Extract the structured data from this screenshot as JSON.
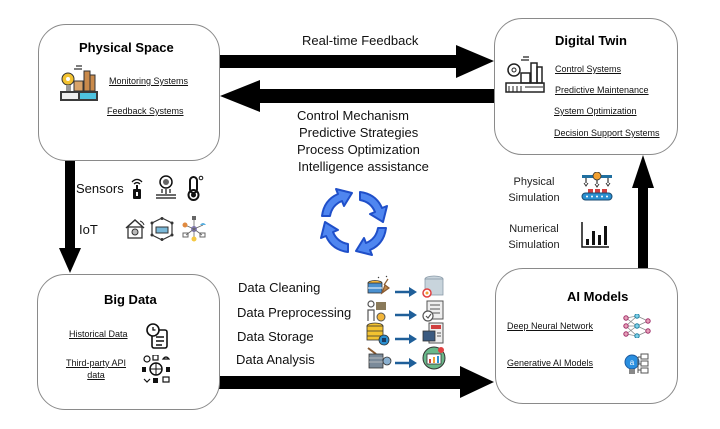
{
  "physical_space": {
    "title": "Physical Space",
    "links": [
      "Monitoring Systems",
      "Feedback Systems"
    ]
  },
  "digital_twin": {
    "title": "Digital Twin",
    "links": [
      "Control Systems",
      "Predictive Maintenance",
      "System Optimization",
      "Decision Support Systems"
    ]
  },
  "big_data": {
    "title": "Big Data",
    "links": [
      "Historical Data",
      "Third-party API data"
    ]
  },
  "ai_models": {
    "title": "AI Models",
    "links": [
      "Deep Neural Network",
      "Generative AI Models"
    ]
  },
  "arrows": {
    "top_label": "Real-time Feedback",
    "middle_labels": [
      "Control Mechanism",
      "Predictive Strategies",
      "Process Optimization",
      "Intelligence assistance"
    ]
  },
  "left_flow": {
    "sensors_label": "Sensors",
    "iot_label": "IoT"
  },
  "right_flow": {
    "physical_simulation": "Physical Simulation",
    "numerical_simulation": "Numerical Simulation"
  },
  "data_steps": [
    "Data Cleaning",
    "Data Preprocessing",
    "Data Storage",
    "Data Analysis"
  ],
  "colors": {
    "cycle_blue": "#4f86f0",
    "cycle_stroke": "#1f4fc9",
    "step_arrow": "#1f5f99"
  }
}
